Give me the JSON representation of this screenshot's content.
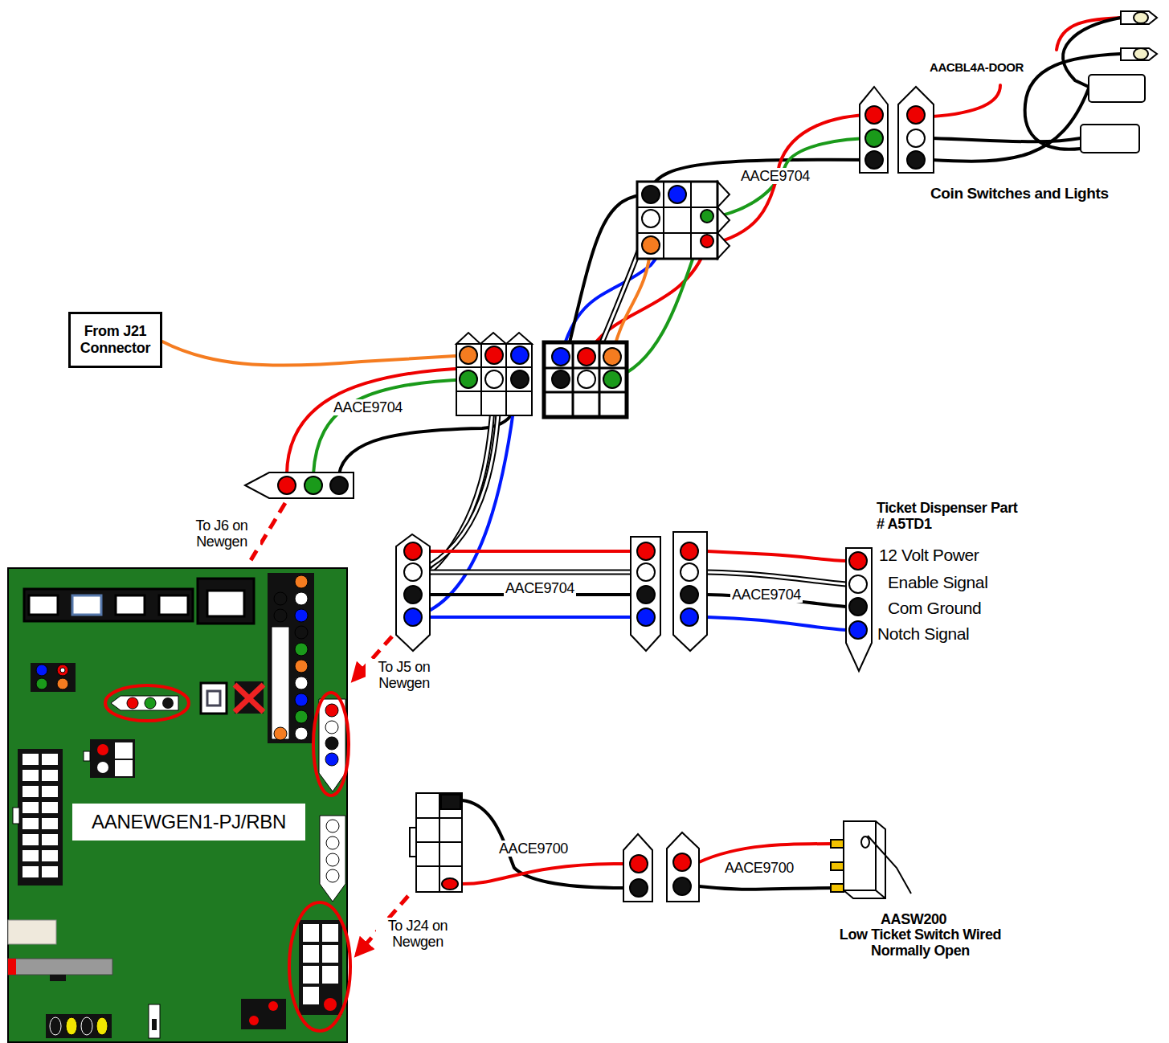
{
  "diagram": {
    "nodes": [
      {
        "text": [
          "From J21 Connector"
        ]
      },
      {
        "text": [
          "AANEWGEN1-PJ/RBN"
        ]
      }
    ],
    "labels": [
      "AACBL4A-DOOR",
      "AACE9704",
      "Coin Switches and Lights",
      "AACE9704",
      "To J6 on Newgen",
      "To J5 on Newgen",
      "AACE9704",
      "AACE9704",
      "Ticket Dispenser Part # A5TD1",
      "12 Volt Power",
      "Enable Signal",
      "Com Ground",
      "Notch Signal",
      "To J24 on Newgen",
      "AACE9700",
      "AACE9700",
      "AASW200",
      "Low Ticket Switch Wired Normally Open"
    ]
  }
}
